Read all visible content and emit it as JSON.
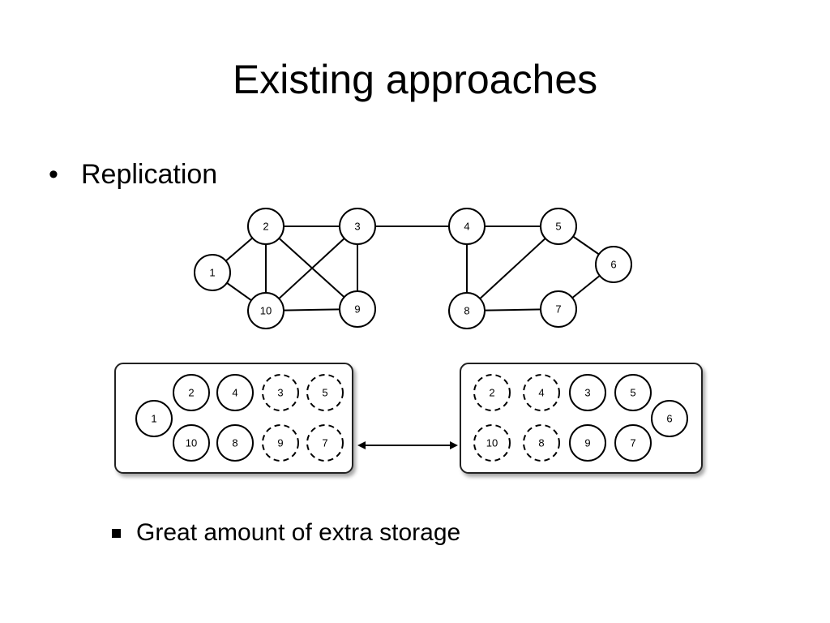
{
  "title": "Existing approaches",
  "bullet": {
    "marker": "•",
    "text": "Replication"
  },
  "sub_bullet": {
    "text": "Great amount of extra storage"
  },
  "graph": {
    "nodes": {
      "n1": "1",
      "n2": "2",
      "n3": "3",
      "n4": "4",
      "n5": "5",
      "n6": "6",
      "n7": "7",
      "n8": "8",
      "n9": "9",
      "n10": "10"
    }
  },
  "partitions": {
    "left": {
      "n1": "1",
      "n2": "2",
      "n4": "4",
      "n3": "3",
      "n5": "5",
      "n10": "10",
      "n8": "8",
      "n9": "9",
      "n7": "7"
    },
    "right": {
      "n2": "2",
      "n4": "4",
      "n3": "3",
      "n5": "5",
      "n6": "6",
      "n10": "10",
      "n8": "8",
      "n9": "9",
      "n7": "7"
    }
  }
}
